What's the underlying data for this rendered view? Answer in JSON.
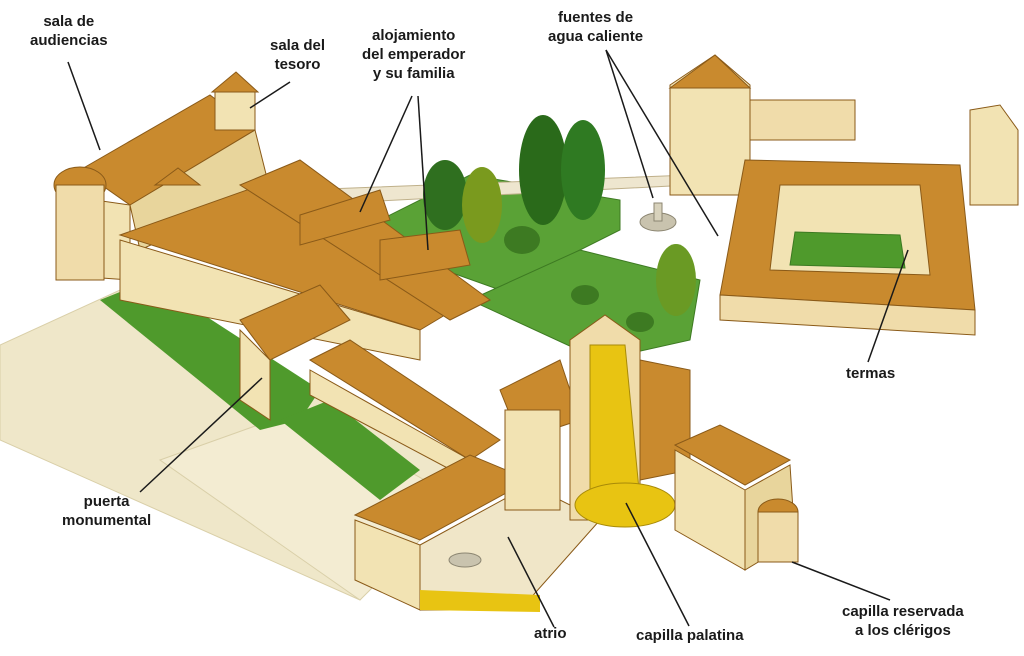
{
  "labels": {
    "sala_audiencias": [
      "sala de",
      "audiencias"
    ],
    "sala_tesoro": [
      "sala del",
      "tesoro"
    ],
    "alojamiento": [
      "alojamiento",
      "del emperador",
      "y su familia"
    ],
    "fuentes": [
      "fuentes de",
      "agua caliente"
    ],
    "termas": [
      "termas"
    ],
    "puerta": [
      "puerta",
      "monumental"
    ],
    "atrio": [
      "atrio"
    ],
    "capilla_palatina": [
      "capilla palatina"
    ],
    "capilla_clerigos": [
      "capilla reservada",
      "a los clérigos"
    ]
  },
  "colors": {
    "roof": "#c98a2e",
    "wall": "#f2e3b3",
    "grass": "#4f9a2c",
    "paving": "#efe7c9",
    "chapel_interior": "#e8c412",
    "leader_line": "#1a1a1a"
  }
}
